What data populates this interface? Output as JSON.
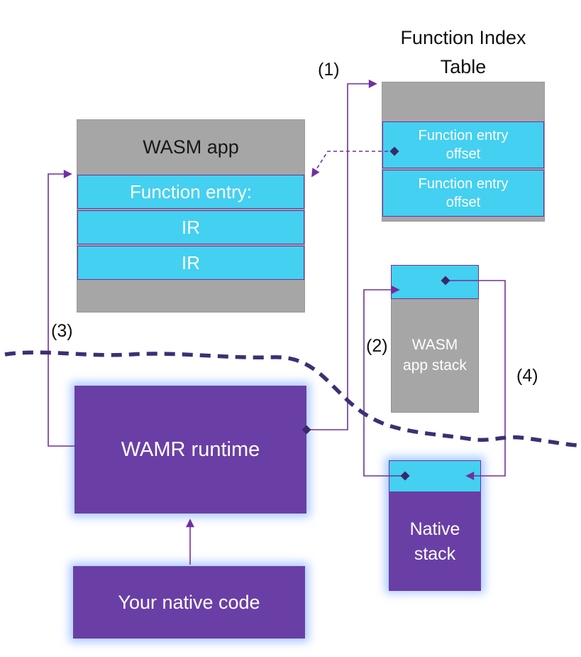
{
  "diagram": {
    "steps": {
      "s1": "(1)",
      "s2": "(2)",
      "s3": "(3)",
      "s4": "(4)"
    },
    "function_index_table": {
      "title": "Function Index Table",
      "rows": [
        "Function entry offset",
        "Function entry offset"
      ]
    },
    "wasm_app": {
      "title": "WASM app",
      "function_entry": "Function entry:",
      "ir_rows": [
        "IR",
        "IR"
      ]
    },
    "wasm_app_stack": {
      "label": "WASM app stack"
    },
    "native_stack": {
      "label": "Native stack"
    },
    "wamr_runtime": {
      "label": "WAMR runtime"
    },
    "your_native_code": {
      "label": "Your native code"
    },
    "colors": {
      "gray": "#a6a6a6",
      "cyan": "#44d0f0",
      "purple_box": "#6a3fa5",
      "connector_purple": "#7030a0",
      "boundary_purple": "#3d2f73"
    }
  }
}
